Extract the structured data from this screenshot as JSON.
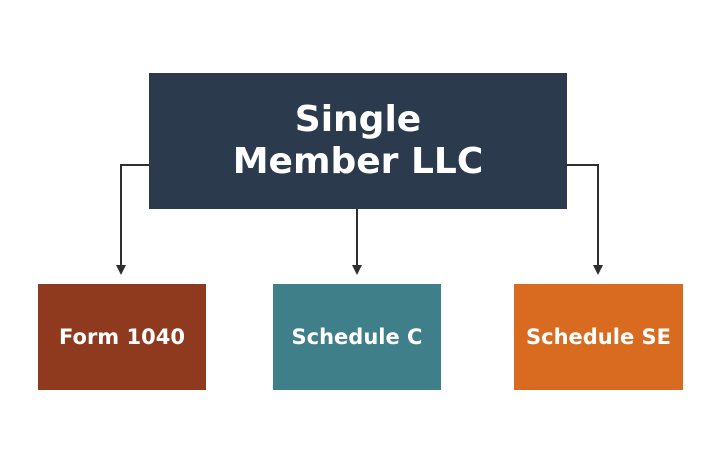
{
  "diagram": {
    "root": {
      "line1": "Single",
      "line2": "Member LLC",
      "color": "#2b3a4d"
    },
    "children": [
      {
        "label": "Form 1040",
        "color": "#8f3a1e"
      },
      {
        "label": "Schedule C",
        "color": "#3f7f8a"
      },
      {
        "label": "Schedule SE",
        "color": "#d86b1f"
      }
    ],
    "connector_color": "#2f2f2f"
  }
}
